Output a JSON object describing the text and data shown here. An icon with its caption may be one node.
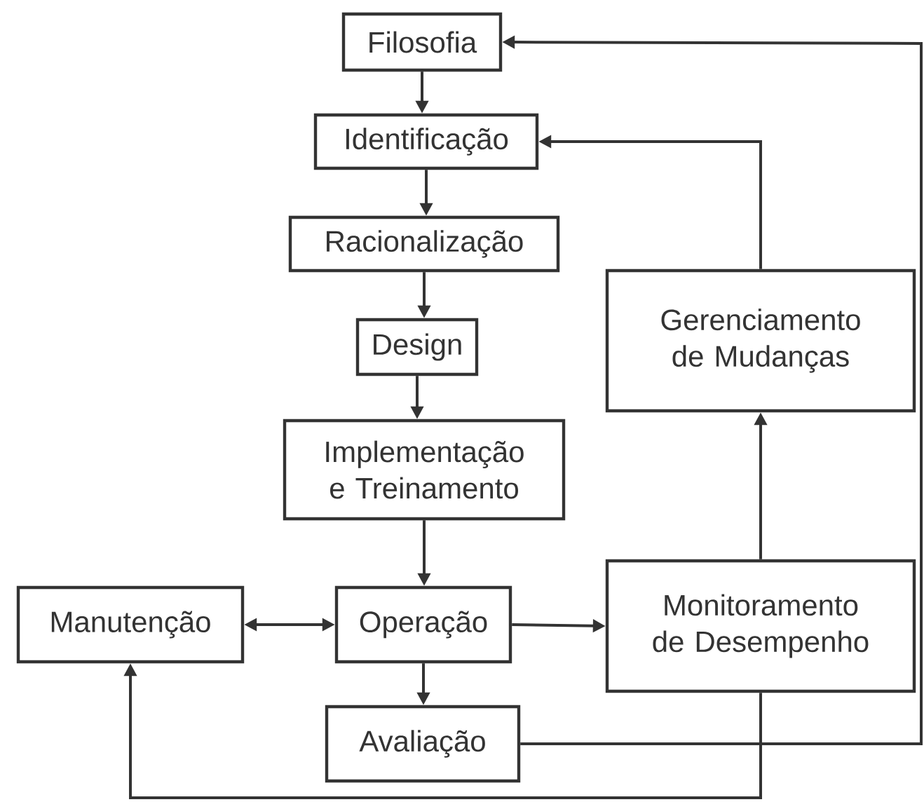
{
  "diagram": {
    "nodes": [
      {
        "text": [
          "Filosofia"
        ]
      },
      {
        "text": [
          "Identificação"
        ]
      },
      {
        "text": [
          "Racionalização"
        ]
      },
      {
        "text": [
          "Gerenciamento de Mudanças"
        ]
      },
      {
        "text": [
          "Design"
        ]
      },
      {
        "text": [
          "Implementação e Treinamento"
        ]
      },
      {
        "text": [
          "Manutenção"
        ]
      },
      {
        "text": [
          "Operação"
        ]
      },
      {
        "text": [
          "Monitoramento de Desempenho"
        ]
      },
      {
        "text": [
          "Avaliação"
        ]
      }
    ],
    "edges": [
      {
        "from": 0,
        "to": 1,
        "arrow": "to"
      },
      {
        "from": 1,
        "to": 2,
        "arrow": "to"
      },
      {
        "from": 2,
        "to": 4,
        "arrow": "to"
      },
      {
        "from": 4,
        "to": 5,
        "arrow": "to"
      },
      {
        "from": 5,
        "to": 7,
        "arrow": "to"
      },
      {
        "from": 6,
        "to": 7,
        "arrow": "both"
      },
      {
        "from": 7,
        "to": 8,
        "arrow": "to"
      },
      {
        "from": 7,
        "to": 9,
        "arrow": "to"
      },
      {
        "from": 8,
        "to": 3,
        "arrow": "to"
      },
      {
        "from": 3,
        "to": 1,
        "arrow": "to"
      },
      {
        "from": 9,
        "to": 0,
        "arrow": "to"
      },
      {
        "from": 8,
        "to": 6,
        "arrow": "to"
      }
    ]
  }
}
